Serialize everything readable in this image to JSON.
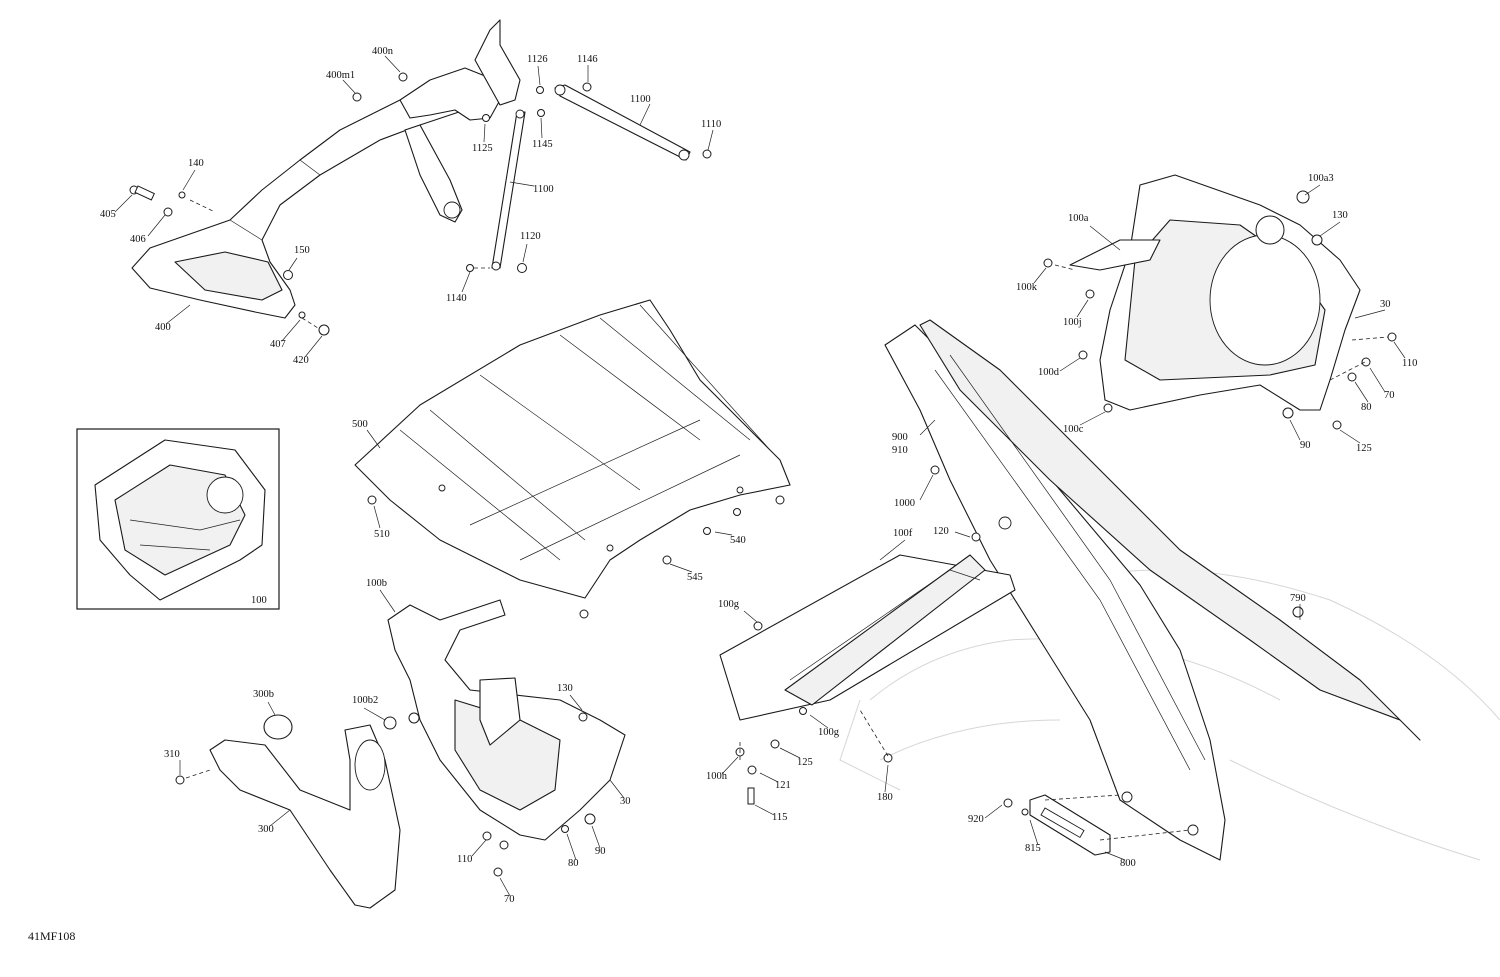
{
  "drawing": {
    "reference": "41MF108",
    "inset_label": "100"
  },
  "callouts": [
    "400n",
    "400m1",
    "1126",
    "1146",
    "1100",
    "1110",
    "1125",
    "1145",
    "1100",
    "140",
    "405",
    "406",
    "150",
    "1120",
    "1140",
    "400",
    "407",
    "420",
    "100a3",
    "100a",
    "130",
    "100k",
    "100j",
    "30",
    "110",
    "100d",
    "80",
    "70",
    "100c",
    "90",
    "125",
    "900",
    "910",
    "1000",
    "500",
    "510",
    "540",
    "545",
    "100f",
    "120",
    "790",
    "100g",
    "100g",
    "125",
    "100h",
    "121",
    "115",
    "180",
    "920",
    "815",
    "800",
    "100b",
    "130",
    "300b",
    "100b2",
    "310",
    "300",
    "30",
    "110",
    "80",
    "90",
    "70"
  ]
}
